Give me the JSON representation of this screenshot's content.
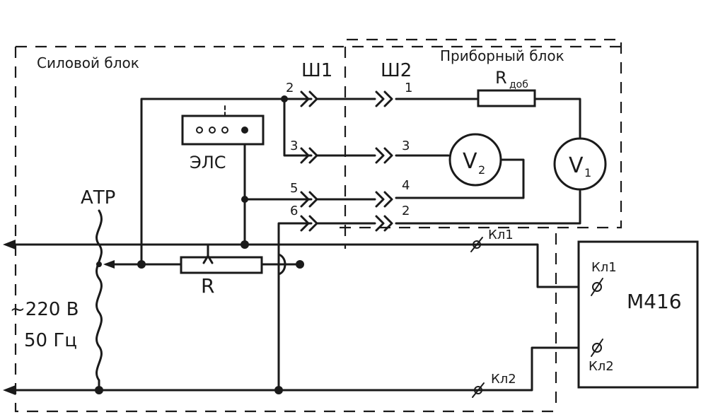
{
  "blocks": {
    "power_block": "Силовой блок",
    "instrument_block": "Приборный блок"
  },
  "connectors": {
    "sh1": "Ш1",
    "sh2": "Ш2"
  },
  "components": {
    "r_add_main": "R",
    "r_add_sub": "доб",
    "els": "ЭЛС",
    "atr": "АТР",
    "resistor": "R",
    "v1_main": "V",
    "v1_sub": "1",
    "v2_main": "V",
    "v2_sub": "2",
    "m416": "М416"
  },
  "pins": {
    "sh1_2": "2",
    "sh1_3": "3",
    "sh1_5": "5",
    "sh1_6": "6",
    "sh2_1": "1",
    "sh2_3": "3",
    "sh2_4": "4",
    "sh2_2": "2"
  },
  "terminals": {
    "kl1_line": "Кл1",
    "kl2_line": "Кл2",
    "kl1_device": "Кл1",
    "kl2_device": "Кл2"
  },
  "supply": {
    "voltage": "~220 В",
    "frequency": "50 Гц"
  }
}
